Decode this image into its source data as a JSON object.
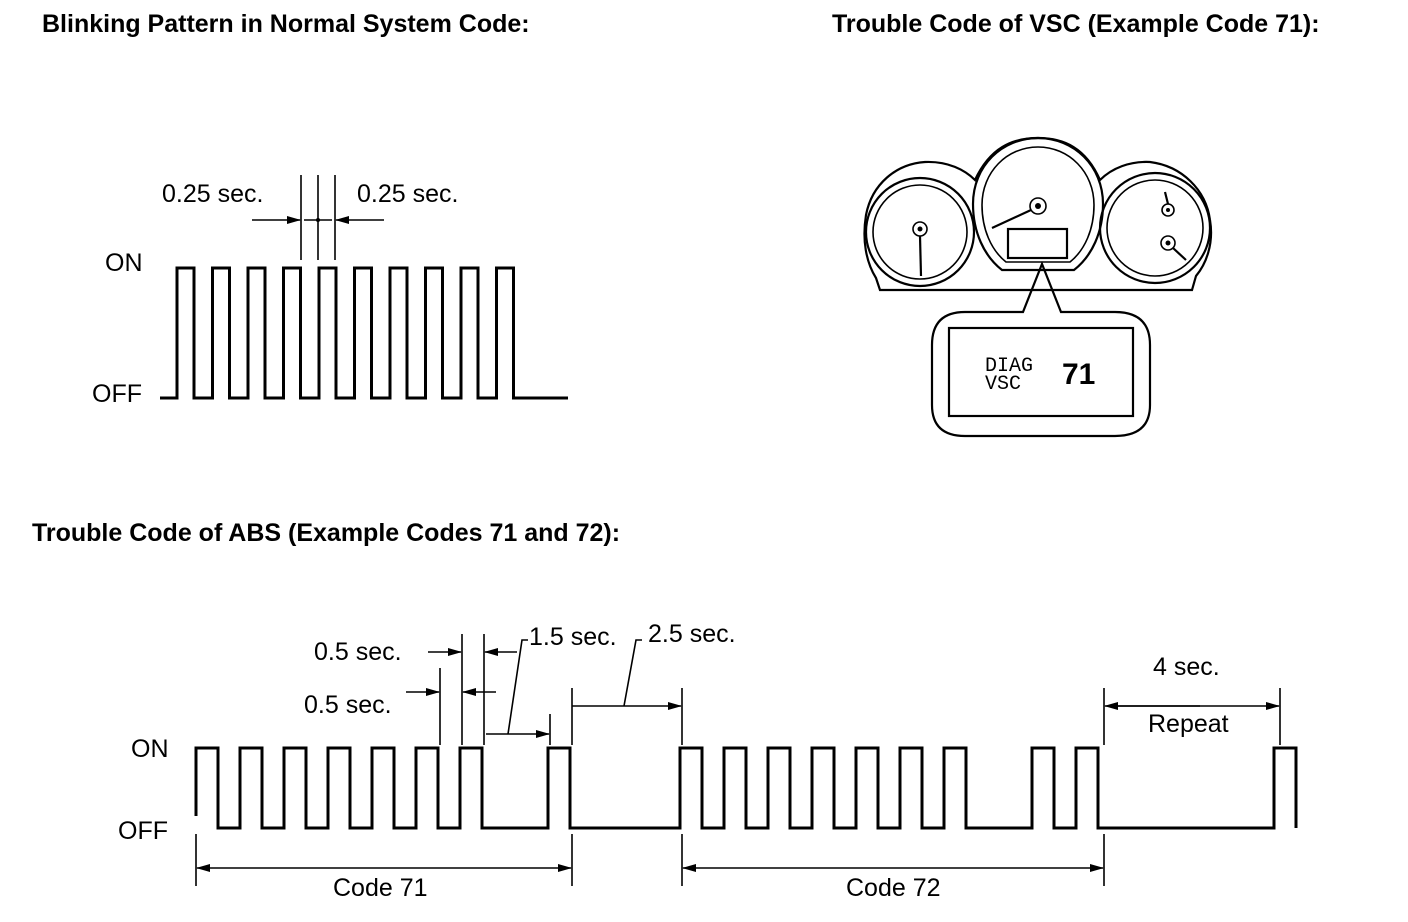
{
  "headings": {
    "normal": "Blinking Pattern in Normal System Code:",
    "vsc": "Trouble Code of VSC (Example Code 71):",
    "abs": "Trouble Code of ABS (Example Codes 71 and 72):"
  },
  "normal_diagram": {
    "on_label": "ON",
    "off_label": "OFF",
    "left_interval": "0.25 sec.",
    "right_interval": "0.25 sec.",
    "pulse_count": 10
  },
  "vsc_display": {
    "line1": "DIAG",
    "line2": "VSC",
    "code": "71"
  },
  "abs_diagram": {
    "on_label": "ON",
    "off_label": "OFF",
    "pulse_on": "0.5 sec.",
    "pulse_off": "0.5 sec.",
    "digit_gap": "1.5 sec.",
    "code_gap": "2.5 sec.",
    "repeat_gap": "4 sec.",
    "repeat_label": "Repeat",
    "code1_label": "Code 71",
    "code2_label": "Code 72",
    "code1": [
      7,
      1
    ],
    "code2": [
      7,
      2
    ]
  }
}
